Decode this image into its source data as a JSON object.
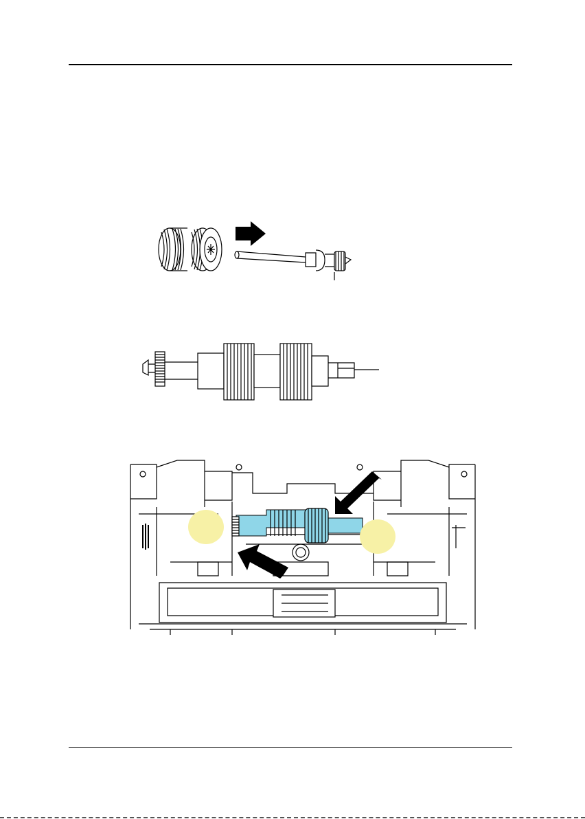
{
  "figures": [
    {
      "id": "roller-removal",
      "arrow_direction": "right"
    },
    {
      "id": "roller-assembly"
    },
    {
      "id": "scanner-interior",
      "highlight_color": "#8fd6e8",
      "marker_color": "#f7f1a6",
      "arrow_count": 2
    }
  ]
}
